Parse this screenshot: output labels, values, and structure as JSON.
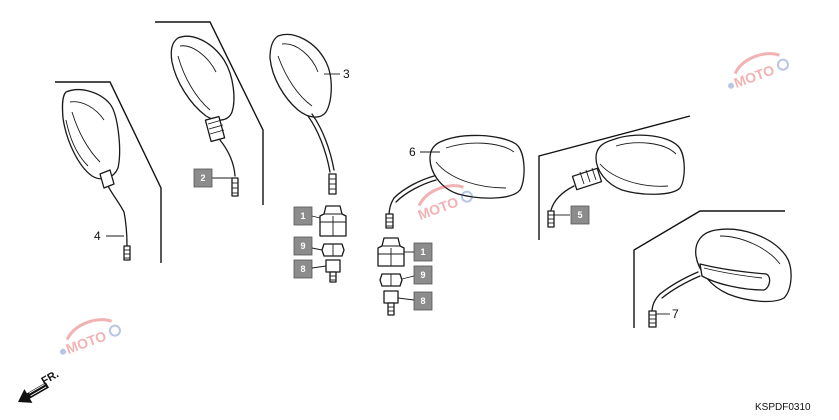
{
  "diagram": {
    "drawing_code": "KSPDF0310",
    "direction_label": "FR.",
    "callouts": {
      "c3": "3",
      "c4": "4",
      "c6": "6",
      "c7": "7"
    },
    "boxes": {
      "b2": "2",
      "b1a": "1",
      "b9a": "9",
      "b8a": "8",
      "b1b": "1",
      "b9b": "9",
      "b8b": "8",
      "b5": "5"
    },
    "watermark_text": "MOTO",
    "colors": {
      "box_fill": "#8c8c8c",
      "watermark_red": "#d9262a",
      "watermark_blue": "#3b5bb5"
    }
  }
}
